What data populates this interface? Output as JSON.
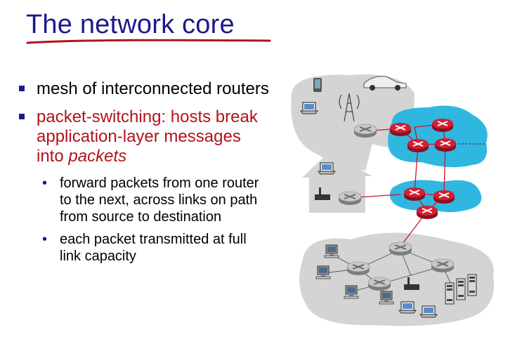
{
  "slide": {
    "title": "The network core",
    "bullets": [
      {
        "text": "mesh of interconnected routers"
      },
      {
        "text_before": "packet-switching: hosts break application-layer messages into ",
        "text_italic": "packets"
      }
    ],
    "sub_bullets": [
      {
        "text": "forward packets from one router to the next, across links on path from source to destination"
      },
      {
        "text": "each packet transmitted at full link capacity"
      }
    ]
  },
  "colors": {
    "title": "#1a1a8c",
    "underline": "#b3121b",
    "highlight_text": "#b3121b",
    "core_network": "#2fb7e0",
    "router": "#c9172d",
    "link": "#c9172d",
    "edge_network": "#d4d4d4"
  },
  "diagram": {
    "icons": [
      "smartphone-icon",
      "car-icon",
      "laptop-icon",
      "cell-tower-icon",
      "router-icon",
      "house-icon",
      "wireless-router-icon",
      "desktop-icon",
      "server-icon"
    ]
  }
}
